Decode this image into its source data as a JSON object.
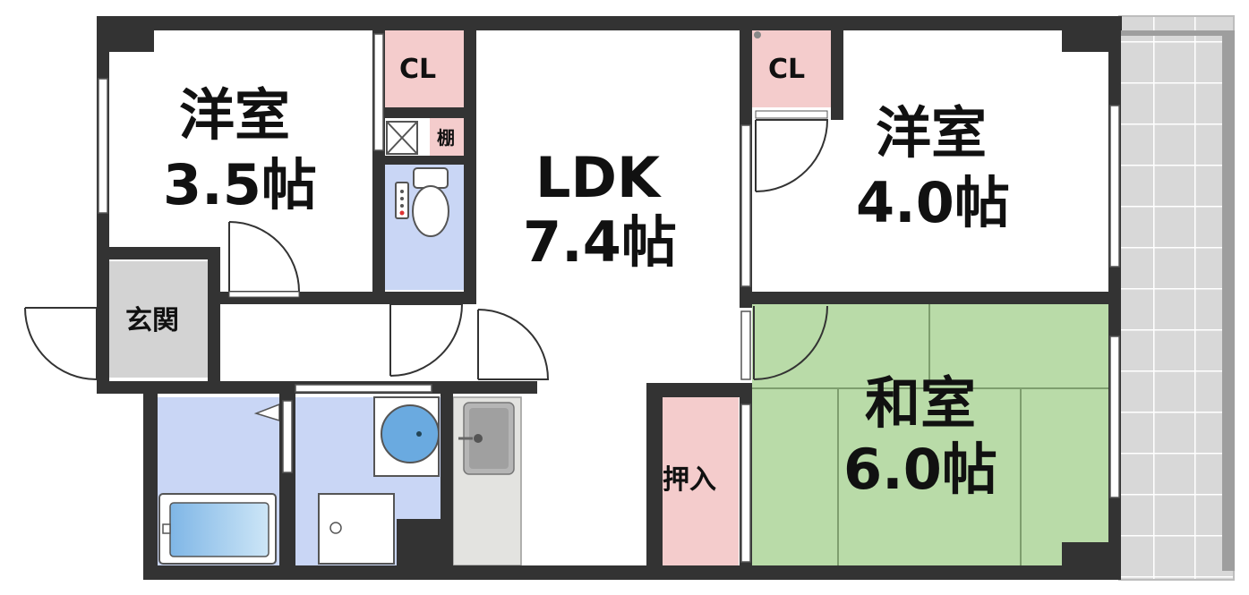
{
  "rooms": {
    "western_left": {
      "name": "洋室",
      "size": "3.5帖"
    },
    "ldk": {
      "name": "LDK",
      "size": "7.4帖"
    },
    "western_right": {
      "name": "洋室",
      "size": "4.0帖"
    },
    "japanese": {
      "name": "和室",
      "size": "6.0帖"
    }
  },
  "labels": {
    "closet_left": "CL",
    "closet_right": "CL",
    "shelf": "棚",
    "entrance": "玄関",
    "oshiire": "押入"
  },
  "colors": {
    "wall": "#333333",
    "closet": "#f4cccc",
    "wet_area": "#c9d6f5",
    "tatami": "#b9dba8",
    "balcony": "#d4d4d4",
    "entrance_floor": "#d3d3d3"
  }
}
